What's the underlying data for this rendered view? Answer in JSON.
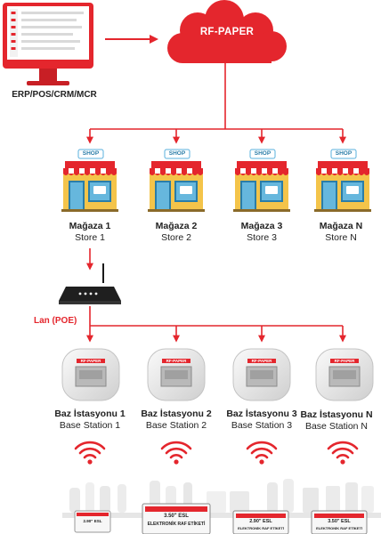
{
  "erp_label": "ERP/POS/CRM/MCR",
  "cloud_label": "RF-PAPER",
  "lan_label": "Lan (POE)",
  "shop_sign": "SHOP",
  "stores": [
    {
      "name": "Mağaza 1",
      "sub": "Store 1"
    },
    {
      "name": "Mağaza 2",
      "sub": "Store 2"
    },
    {
      "name": "Mağaza 3",
      "sub": "Store 3"
    },
    {
      "name": "Mağaza N",
      "sub": "Store N"
    }
  ],
  "base_stations": [
    {
      "name": "Baz İstasyonu 1",
      "sub": "Base Station 1"
    },
    {
      "name": "Baz İstasyonu 2",
      "sub": "Base Station 2"
    },
    {
      "name": "Baz İstasyonu 3",
      "sub": "Base Station 3"
    },
    {
      "name": "Baz İstasyonu N",
      "sub": "Base Station N"
    }
  ],
  "device_brand": "RF-PAPER",
  "esl_tags": [
    "2.90\" ESL",
    "3.50\" ESL",
    "2.90\" ESL",
    "3.50\" ESL"
  ],
  "esl_caption": "ELEKTRONİK RAF ETİKETİ",
  "colors": {
    "accent": "#e4262d",
    "dark": "#222222",
    "grey": "#dcdcdc"
  }
}
